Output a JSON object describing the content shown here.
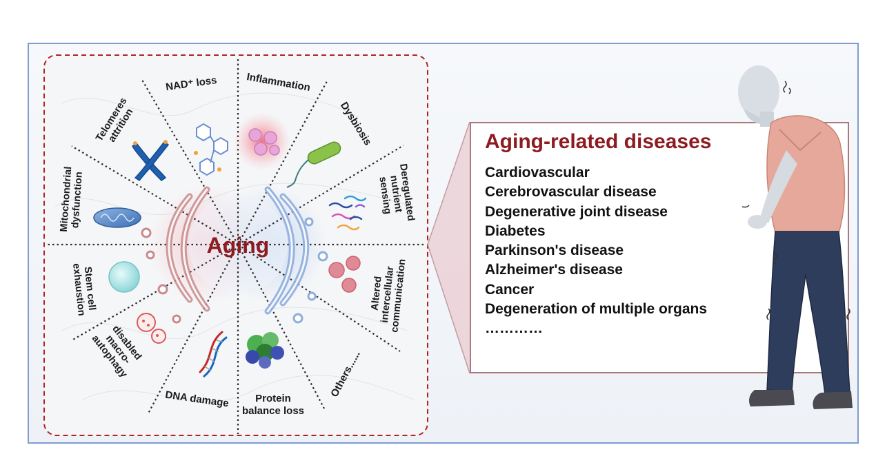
{
  "center_label": "Aging",
  "hallmarks": [
    {
      "label": "NAD⁺ loss",
      "icon": "molecule-icon"
    },
    {
      "label": "Inflammation",
      "icon": "inflammation-cells-icon"
    },
    {
      "label": "Dysbiosis",
      "icon": "bacteria-icon"
    },
    {
      "label": "Deregulated nutrient sensing",
      "icon": "nutrient-strands-icon"
    },
    {
      "label": "Altered intercellular communication",
      "icon": "signal-cells-icon"
    },
    {
      "label": "Others......",
      "icon": ""
    },
    {
      "label": "Protein balance loss",
      "icon": "protein-cluster-icon"
    },
    {
      "label": "DNA damage",
      "icon": "dna-icon"
    },
    {
      "label": "disabled macro-autophagy",
      "icon": "autophagosome-icon"
    },
    {
      "label": "Stem cell exhaustion",
      "icon": "stem-cell-icon"
    },
    {
      "label": "Mitochondrial dysfunction",
      "icon": "mitochondria-icon"
    },
    {
      "label": "Telomeres attrition",
      "icon": "chromosome-icon"
    }
  ],
  "diseases": {
    "title": "Aging-related diseases",
    "items": [
      "Cardiovascular",
      "Cerebrovascular disease",
      "Degenerative joint disease",
      "Diabetes",
      "Parkinson's disease",
      "Alzheimer's disease",
      "Cancer",
      "Degeneration of multiple organs",
      "…………"
    ]
  },
  "colors": {
    "accent_red": "#8e1b1f",
    "dashed_border": "#b22222",
    "frame_blue": "#7f9bd0",
    "golgi_pink": "#c98a8c",
    "golgi_blue": "#8eaedc"
  }
}
